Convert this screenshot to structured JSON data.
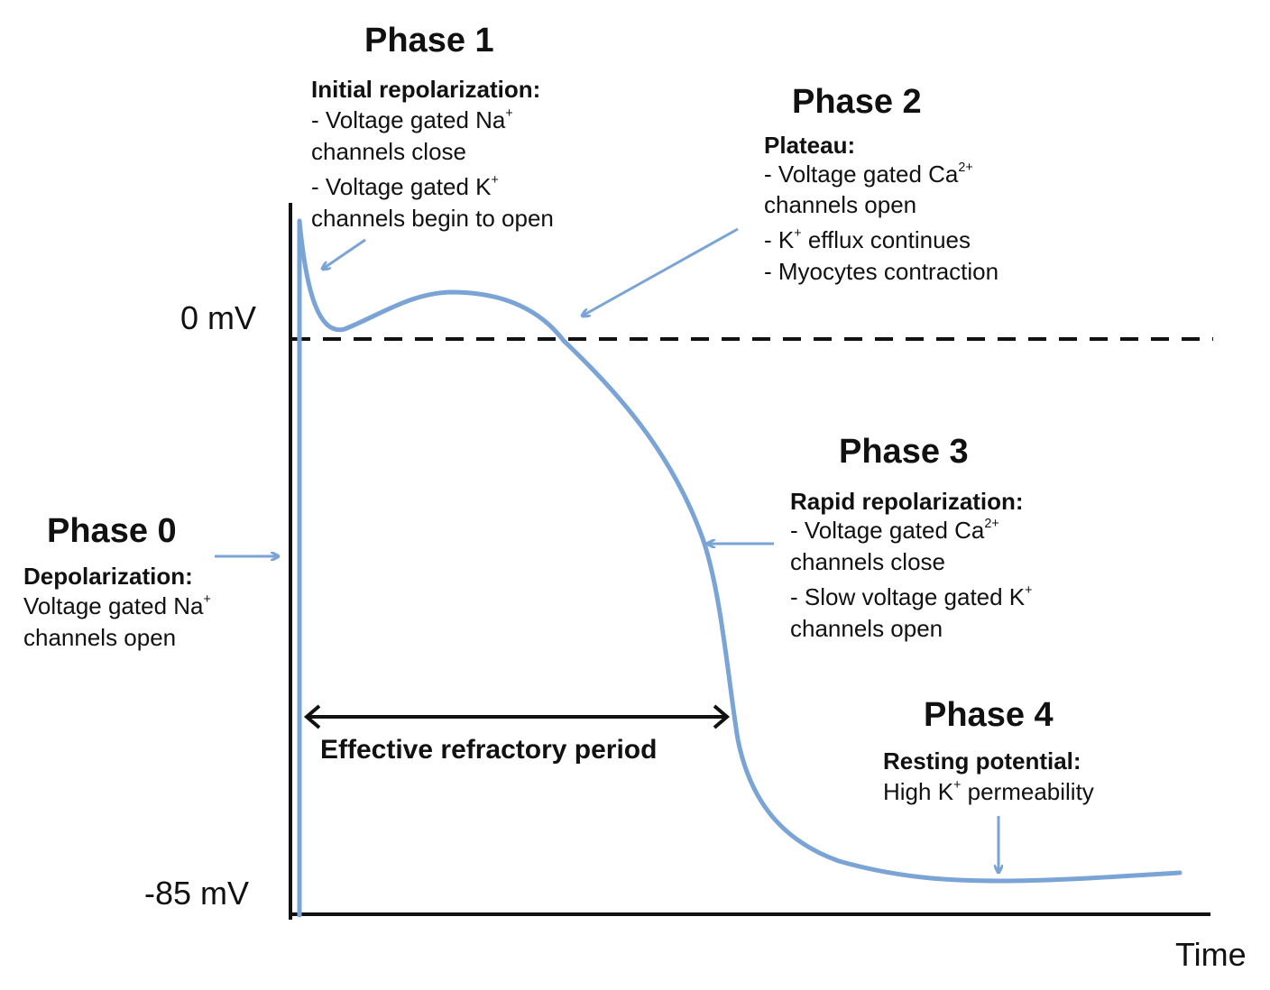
{
  "colors": {
    "curve": "#7aa3d6",
    "axis": "#111111",
    "text": "#111111"
  },
  "axis": {
    "top_label": "0 mV",
    "bottom_label": "-85 mV",
    "x_label": "Time"
  },
  "phase0": {
    "title": "Phase 0",
    "subtitle": "Depolarization:",
    "l1": "Voltage gated Na",
    "l1_sup": "+",
    "l2": "channels open"
  },
  "phase1": {
    "title": "Phase 1",
    "subtitle": "Initial repolarization:",
    "b1a": "- Voltage gated Na",
    "b1a_sup": "+",
    "b1b": "channels close",
    "b2a": "- Voltage gated K",
    "b2a_sup": "+",
    "b2b": "channels begin to open"
  },
  "phase2": {
    "title": "Phase 2",
    "subtitle": "Plateau:",
    "b1a": "- Voltage gated Ca",
    "b1a_sup": "2+",
    "b1b": "channels open",
    "b2a": "- K",
    "b2a_sup": "+",
    "b2a_post": " efflux continues",
    "b3": "- Myocytes contraction"
  },
  "phase3": {
    "title": "Phase 3",
    "subtitle": "Rapid repolarization:",
    "b1a": "- Voltage gated Ca",
    "b1a_sup": "2+",
    "b1b": "channels close",
    "b2a": "- Slow voltage gated K",
    "b2a_sup": "+",
    "b2b": "channels open"
  },
  "phase4": {
    "title": "Phase 4",
    "subtitle": "Resting potential:",
    "l1a": "High K",
    "l1a_sup": "+",
    "l1a_post": " permeability"
  },
  "erp": {
    "label": "Effective refractory period"
  }
}
